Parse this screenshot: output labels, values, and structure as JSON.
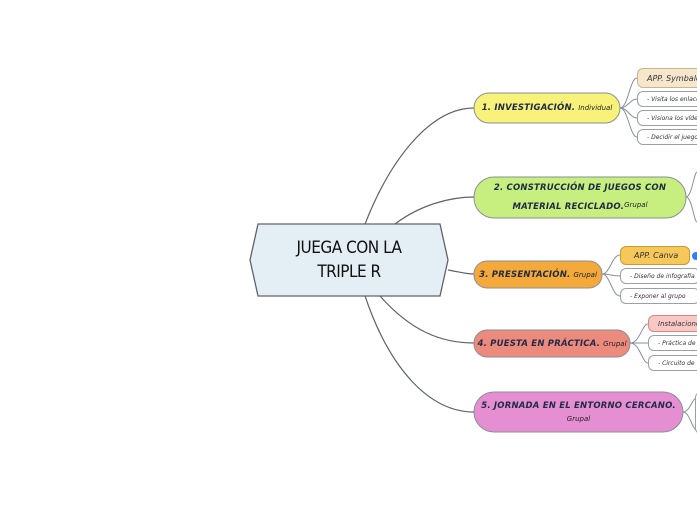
{
  "central": {
    "line1": "JUEGA CON LA",
    "line2": "TRIPLE  R"
  },
  "branches": [
    {
      "label": "1. INVESTIGACIÓN.",
      "tag": "Individual",
      "color": "#f8f27a"
    },
    {
      "label1": "2. CONSTRUCCIÓN DE JUEGOS CON",
      "label2": "MATERIAL RECICLADO.",
      "tag": "Grupal",
      "color": "#c7ef80"
    },
    {
      "label": "3. PRESENTACIÓN.",
      "tag": "Grupal",
      "color": "#f4a93a"
    },
    {
      "label": "4. PUESTA EN PRÁCTICA.",
      "tag": "Grupal",
      "color": "#ec8a7e"
    },
    {
      "label": "5. JORNADA EN EL ENTORNO CERCANO.",
      "tag": "Grupal",
      "color": "#e58fd2"
    }
  ],
  "subtopics": {
    "investigacion": [
      "APP. Symbaloo",
      "- Visita los enlaces",
      "- Visiona los vídeos",
      "- Decidir el juego a"
    ],
    "presentacion": [
      "APP. Canva",
      "- Diseño de infografía",
      "- Exponer al grupo"
    ],
    "practica": [
      "Instalaciones",
      "- Práctica de",
      "- Circuito de"
    ]
  },
  "colors": {
    "central_fill": "#e4eef5",
    "line": "#5f6368",
    "app_symbaloo": "#f6e6cc",
    "app_canva": "#f6c75a",
    "instalaciones": "#f8c8c4",
    "icon": "#2f80ed"
  }
}
